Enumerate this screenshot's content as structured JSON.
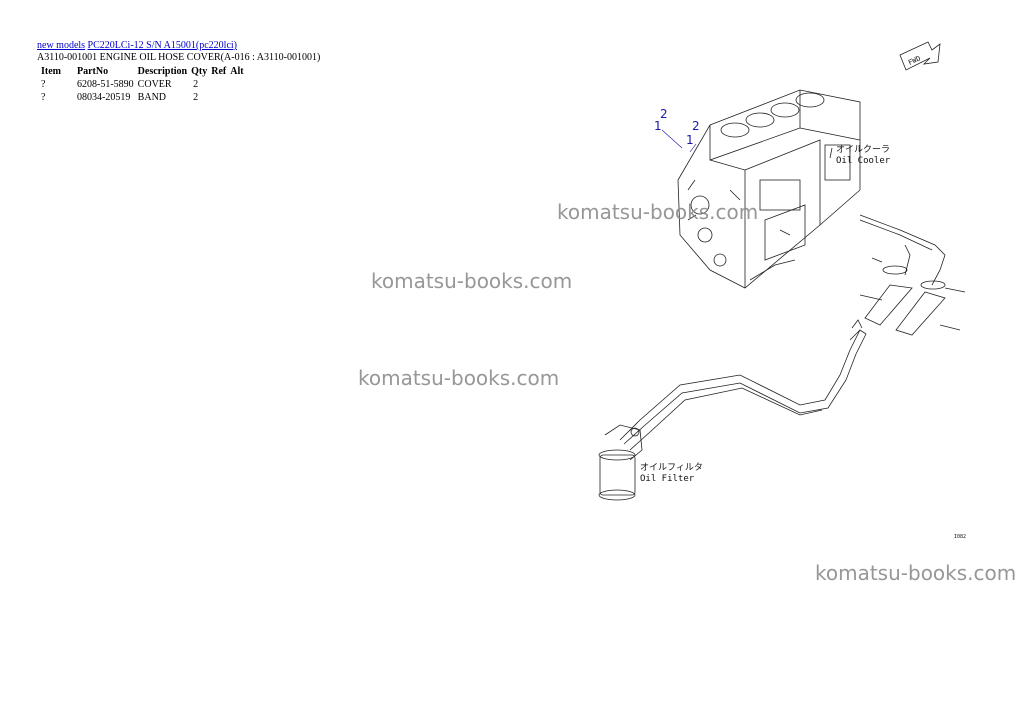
{
  "breadcrumb": {
    "link1": "new models",
    "link2": "PC220LCi-12 S/N A15001(pc220lci)"
  },
  "title": "A3110-001001 ENGINE OIL HOSE COVER(A-016 : A3110-001001)",
  "table": {
    "headers": {
      "item": "Item",
      "partno": "PartNo",
      "description": "Description",
      "qty": "Qty",
      "ref": "Ref",
      "alt": "Alt"
    },
    "rows": [
      {
        "item": "?",
        "partno": "6208-51-5890",
        "description": "COVER",
        "qty": "2",
        "ref": "",
        "alt": ""
      },
      {
        "item": "?",
        "partno": "08034-20519",
        "description": "BAND",
        "qty": "2",
        "ref": "",
        "alt": ""
      }
    ]
  },
  "diagram": {
    "callouts": [
      "2",
      "1",
      "2",
      "1"
    ],
    "oil_cooler_jp": "オイルクーラ",
    "oil_cooler_en": "Oil Cooler",
    "oil_filter_jp": "オイルフィルタ",
    "oil_filter_en": "Oil Filter",
    "fwd": "FWD",
    "code": "I082"
  },
  "watermarks": [
    "komatsu-books.com",
    "komatsu-books.com",
    "komatsu-books.com",
    "komatsu-books.com"
  ],
  "colors": {
    "link": "#0000cc",
    "callout": "#1a1aaa",
    "watermark": "#8c8c8c"
  }
}
